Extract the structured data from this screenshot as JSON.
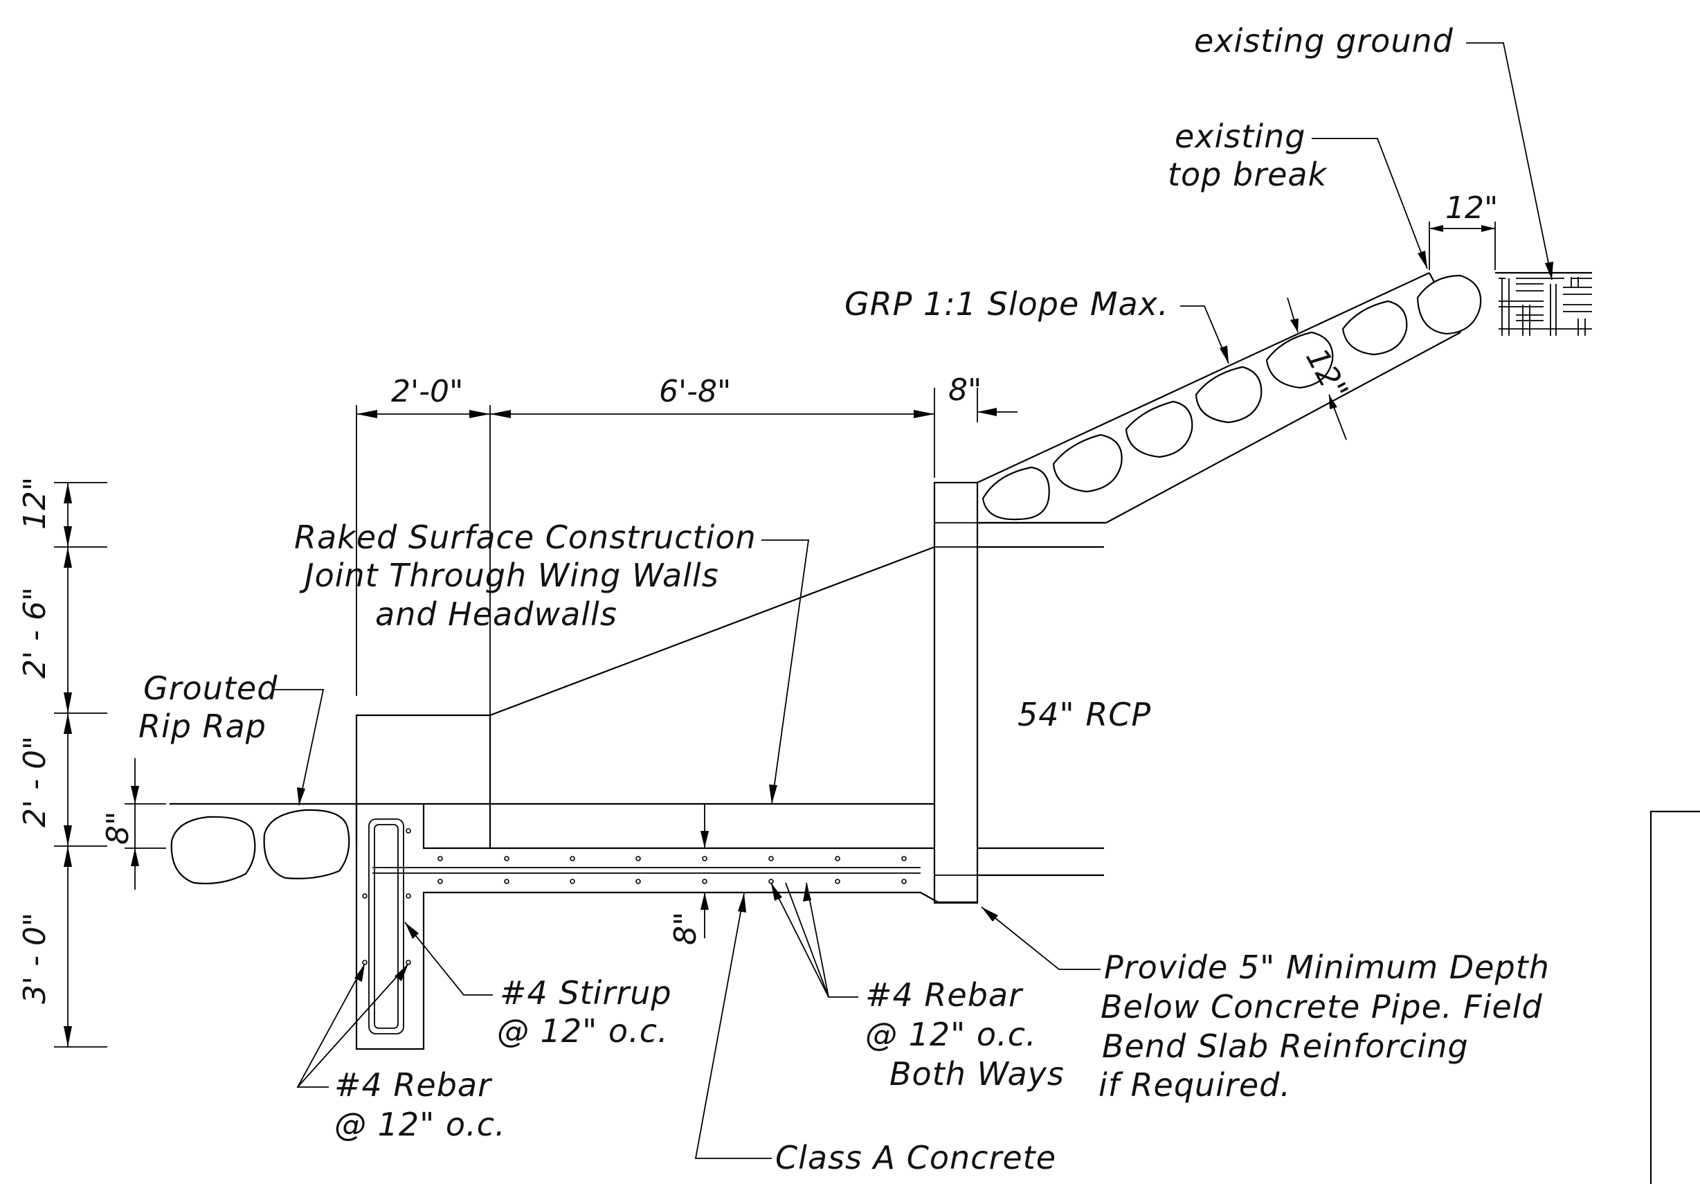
{
  "labels": {
    "existing_ground": "existing ground",
    "existing_top_break_line1": "existing",
    "existing_top_break_line2": "top break",
    "slope_note": "GRP  1:1 Slope Max.",
    "construction_joint_line1": "Raked Surface Construction",
    "construction_joint_line2": "Joint Through Wing Walls",
    "construction_joint_line3": "and Headwalls",
    "grouted_line1": "Grouted",
    "grouted_line2": "Rip Rap",
    "pipe": "54\" RCP",
    "stirrup_line1": "#4 Stirrup",
    "stirrup_line2": "@ 12\" o.c.",
    "rebar_left_line1": "#4 Rebar",
    "rebar_left_line2": "@ 12\" o.c.",
    "rebar_slab_line1": "#4 Rebar",
    "rebar_slab_line2": "@ 12\" o.c.",
    "rebar_slab_line3": "Both Ways",
    "provide_line1": "Provide 5\" Minimum Depth",
    "provide_line2": "Below Concrete Pipe.  Field",
    "provide_line3": "Bend Slab Reinforcing",
    "provide_line4": "if Required.",
    "concrete": "Class A Concrete"
  },
  "dimensions": {
    "top_12in": "12\"",
    "slope_12in": "12\"",
    "width_2_0": "2'-0\"",
    "width_6_8": "6'-8\"",
    "width_8in": "8\"",
    "vert_12in": "12\"",
    "vert_2_6": "2' - 6\"",
    "vert_2_0": "2' - 0\"",
    "vert_3_0": "3' - 0\"",
    "riprap_8in": "8\"",
    "slab_8in": "8\""
  }
}
